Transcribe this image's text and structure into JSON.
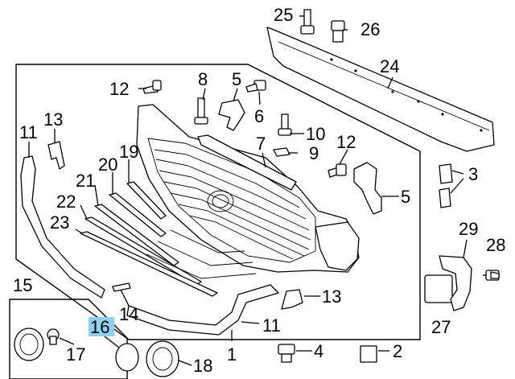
{
  "callouts": {
    "c1": "1",
    "c2": "2",
    "c3": "3",
    "c4": "4",
    "c5a": "5",
    "c5b": "5",
    "c6": "6",
    "c7": "7",
    "c8": "8",
    "c9": "9",
    "c10": "10",
    "c11a": "11",
    "c11b": "11",
    "c12a": "12",
    "c12b": "12",
    "c13a": "13",
    "c13b": "13",
    "c14": "14",
    "c15": "15",
    "c16": "16",
    "c17": "17",
    "c18": "18",
    "c19": "19",
    "c20": "20",
    "c21": "21",
    "c22": "22",
    "c23": "23",
    "c24": "24",
    "c25": "25",
    "c26": "26",
    "c27": "27",
    "c28": "28",
    "c29": "29"
  },
  "highlight": {
    "callout": "c16",
    "color": "#8fd0f2"
  }
}
